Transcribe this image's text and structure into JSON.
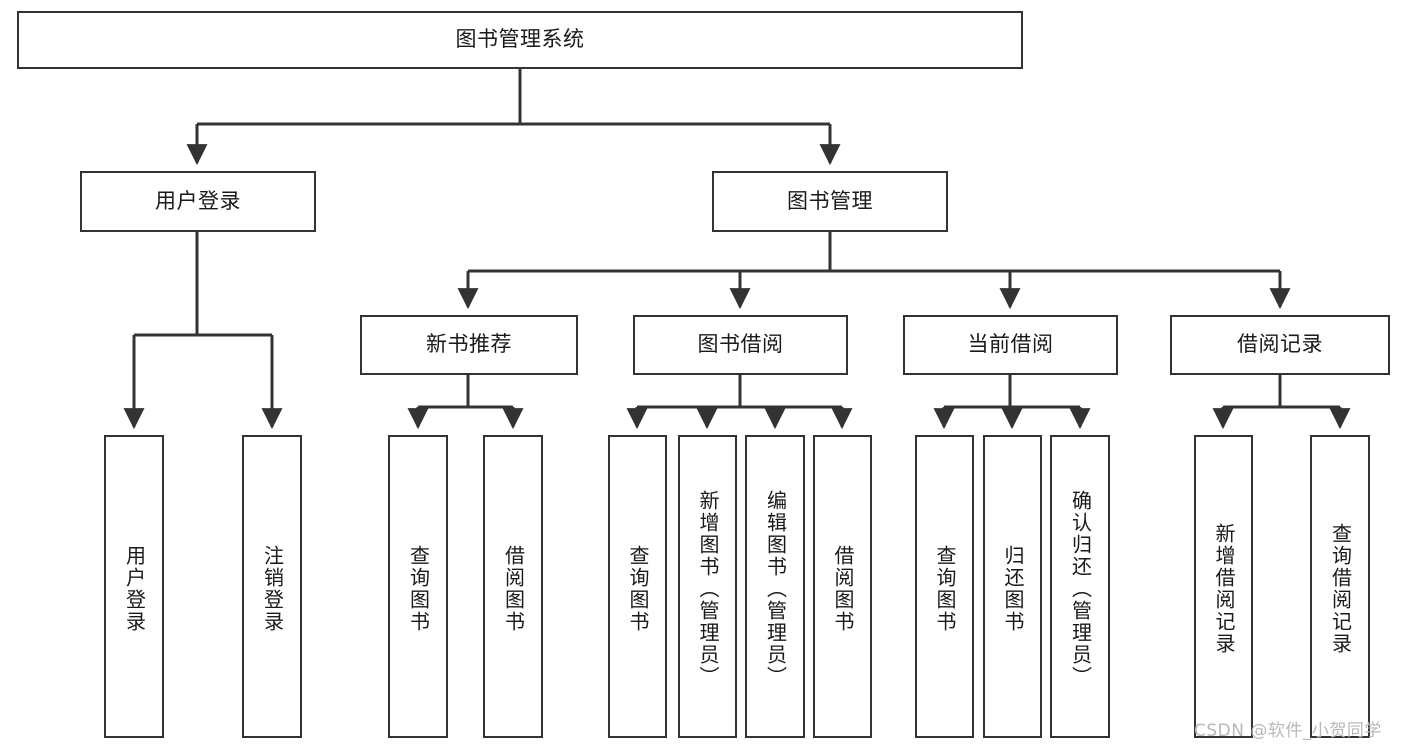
{
  "diagram": {
    "type": "tree-hierarchy-chart",
    "title": "图书管理系统",
    "orientation": "top-down",
    "colors": {
      "background": "#ffffff",
      "box_border": "#333333",
      "box_fill": "#ffffff",
      "connector": "#333333",
      "text": "#1a1a1a",
      "watermark": "#b8b8b8"
    }
  },
  "root": {
    "label": "图书管理系统"
  },
  "level2": [
    {
      "label": "用户登录"
    },
    {
      "label": "图书管理"
    }
  ],
  "level3": [
    {
      "label": "新书推荐"
    },
    {
      "label": "图书借阅"
    },
    {
      "label": "当前借阅"
    },
    {
      "label": "借阅记录"
    }
  ],
  "leaves": {
    "user_login": [
      {
        "label": "用户登录"
      },
      {
        "label": "注销登录"
      }
    ],
    "new_book": [
      {
        "label": "查询图书"
      },
      {
        "label": "借阅图书"
      }
    ],
    "book_borrow": [
      {
        "label": "查询图书"
      },
      {
        "label": "新增图书（管理员）"
      },
      {
        "label": "编辑图书（管理员）"
      },
      {
        "label": "借阅图书"
      }
    ],
    "current_borrow": [
      {
        "label": "查询图书"
      },
      {
        "label": "归还图书"
      },
      {
        "label": "确认归还（管理员）"
      }
    ],
    "borrow_record": [
      {
        "label": "新增借阅记录"
      },
      {
        "label": "查询借阅记录"
      }
    ]
  },
  "watermark": {
    "text": "CSDN @软件_小贺同学"
  }
}
